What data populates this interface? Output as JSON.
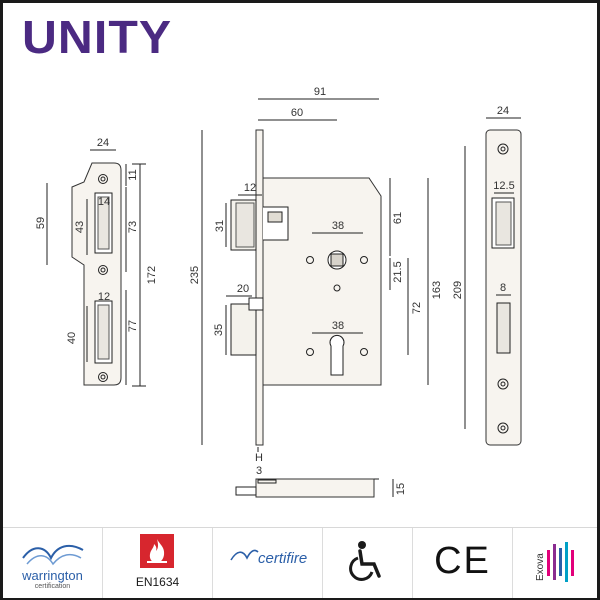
{
  "brand": {
    "logo_text": "UNITY",
    "color": "#4b2a82"
  },
  "dimensions": {
    "keep_width": "24",
    "keep_top_gap": "11",
    "keep_upper_slot": "14",
    "keep_upper_height": "43",
    "keep_upper_offset": "73",
    "keep_overall": "172",
    "keep_flange": "59",
    "keep_lower_slot": "12",
    "keep_lower_height": "40",
    "keep_lower_offset": "77",
    "case_width": "91",
    "backset": "60",
    "latch_width": "12",
    "latch_height": "31",
    "spindle_spacing": "38",
    "upper_span": "61",
    "follower_gap": "21.5",
    "deadbolt_width": "20",
    "deadbolt_height": "35",
    "cylinder_spacing": "38",
    "centres": "72",
    "case_height": "163",
    "faceplate_height": "235",
    "faceplate_thickness": "3",
    "faceplate_thickness_label": "H",
    "front_width": "24",
    "front_latch_slot": "12.5",
    "front_bolt_slot": "8",
    "front_height": "209",
    "bolt_depth": "15"
  },
  "certifications": {
    "warrington": {
      "name": "warrington",
      "sub": "certification",
      "color": "#2b5fa8"
    },
    "fire": {
      "label": "EN1634",
      "color": "#d7262e"
    },
    "certifire": {
      "name": "certifire",
      "color": "#2b5fa8"
    },
    "accessibility": {
      "icon": "wheelchair-icon"
    },
    "ce": {
      "mark": "CE"
    },
    "exova": {
      "name": "Exova"
    }
  }
}
